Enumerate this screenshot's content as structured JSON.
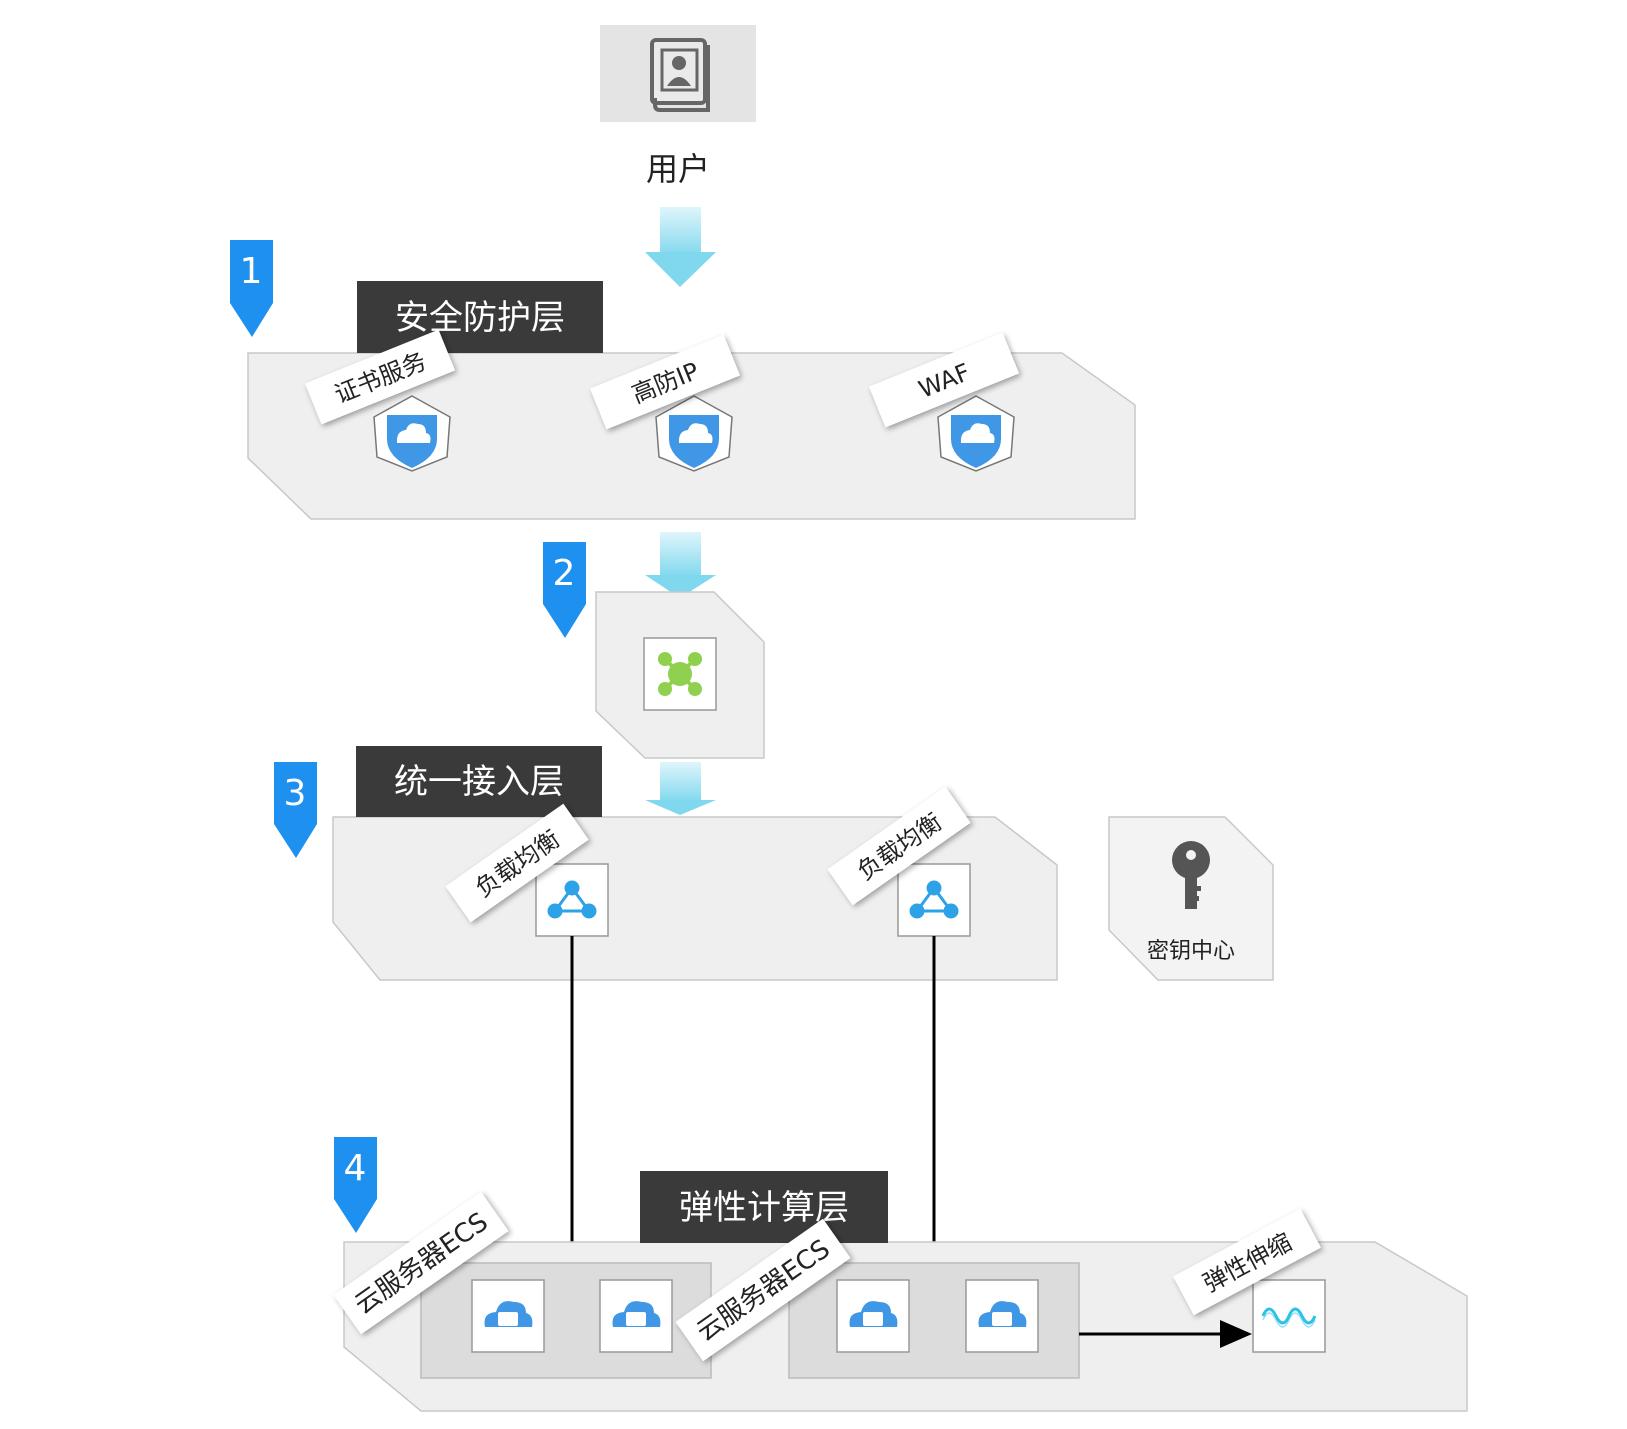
{
  "user": {
    "label": "用户",
    "icon": "contact-book-icon"
  },
  "steps": [
    "1",
    "2",
    "3",
    "4"
  ],
  "layers": {
    "security": {
      "title": "安全防护层",
      "services": [
        {
          "label": "证书服务",
          "icon": "cloud-shield-icon"
        },
        {
          "label": "高防IP",
          "icon": "cloud-shield-icon"
        },
        {
          "label": "WAF",
          "icon": "cloud-shield-icon"
        }
      ]
    },
    "gateway": {
      "icon": "network-hub-icon"
    },
    "access": {
      "title": "统一接入层",
      "services": [
        {
          "label": "负载均衡",
          "icon": "load-balancer-icon"
        },
        {
          "label": "负载均衡",
          "icon": "load-balancer-icon"
        }
      ]
    },
    "compute": {
      "title": "弹性计算层",
      "groups": [
        {
          "label": "云服务器ECS",
          "icon": "cloud-server-icon"
        },
        {
          "label": "云服务器ECS",
          "icon": "cloud-server-icon"
        }
      ],
      "scaling": {
        "label": "弹性伸缩",
        "icon": "wave-icon"
      }
    }
  },
  "kms": {
    "label": "密钥中心",
    "icon": "key-icon"
  },
  "colors": {
    "step_badge": "#1e90ef",
    "panel": "#efeff0",
    "panel_stroke": "#c8c8c8",
    "title_bar": "#3a3a3a",
    "flow_arrow": "#8fdcef",
    "shield": "#3f97e6",
    "hub": "#8fd14f",
    "lb": "#2ea2e6"
  }
}
